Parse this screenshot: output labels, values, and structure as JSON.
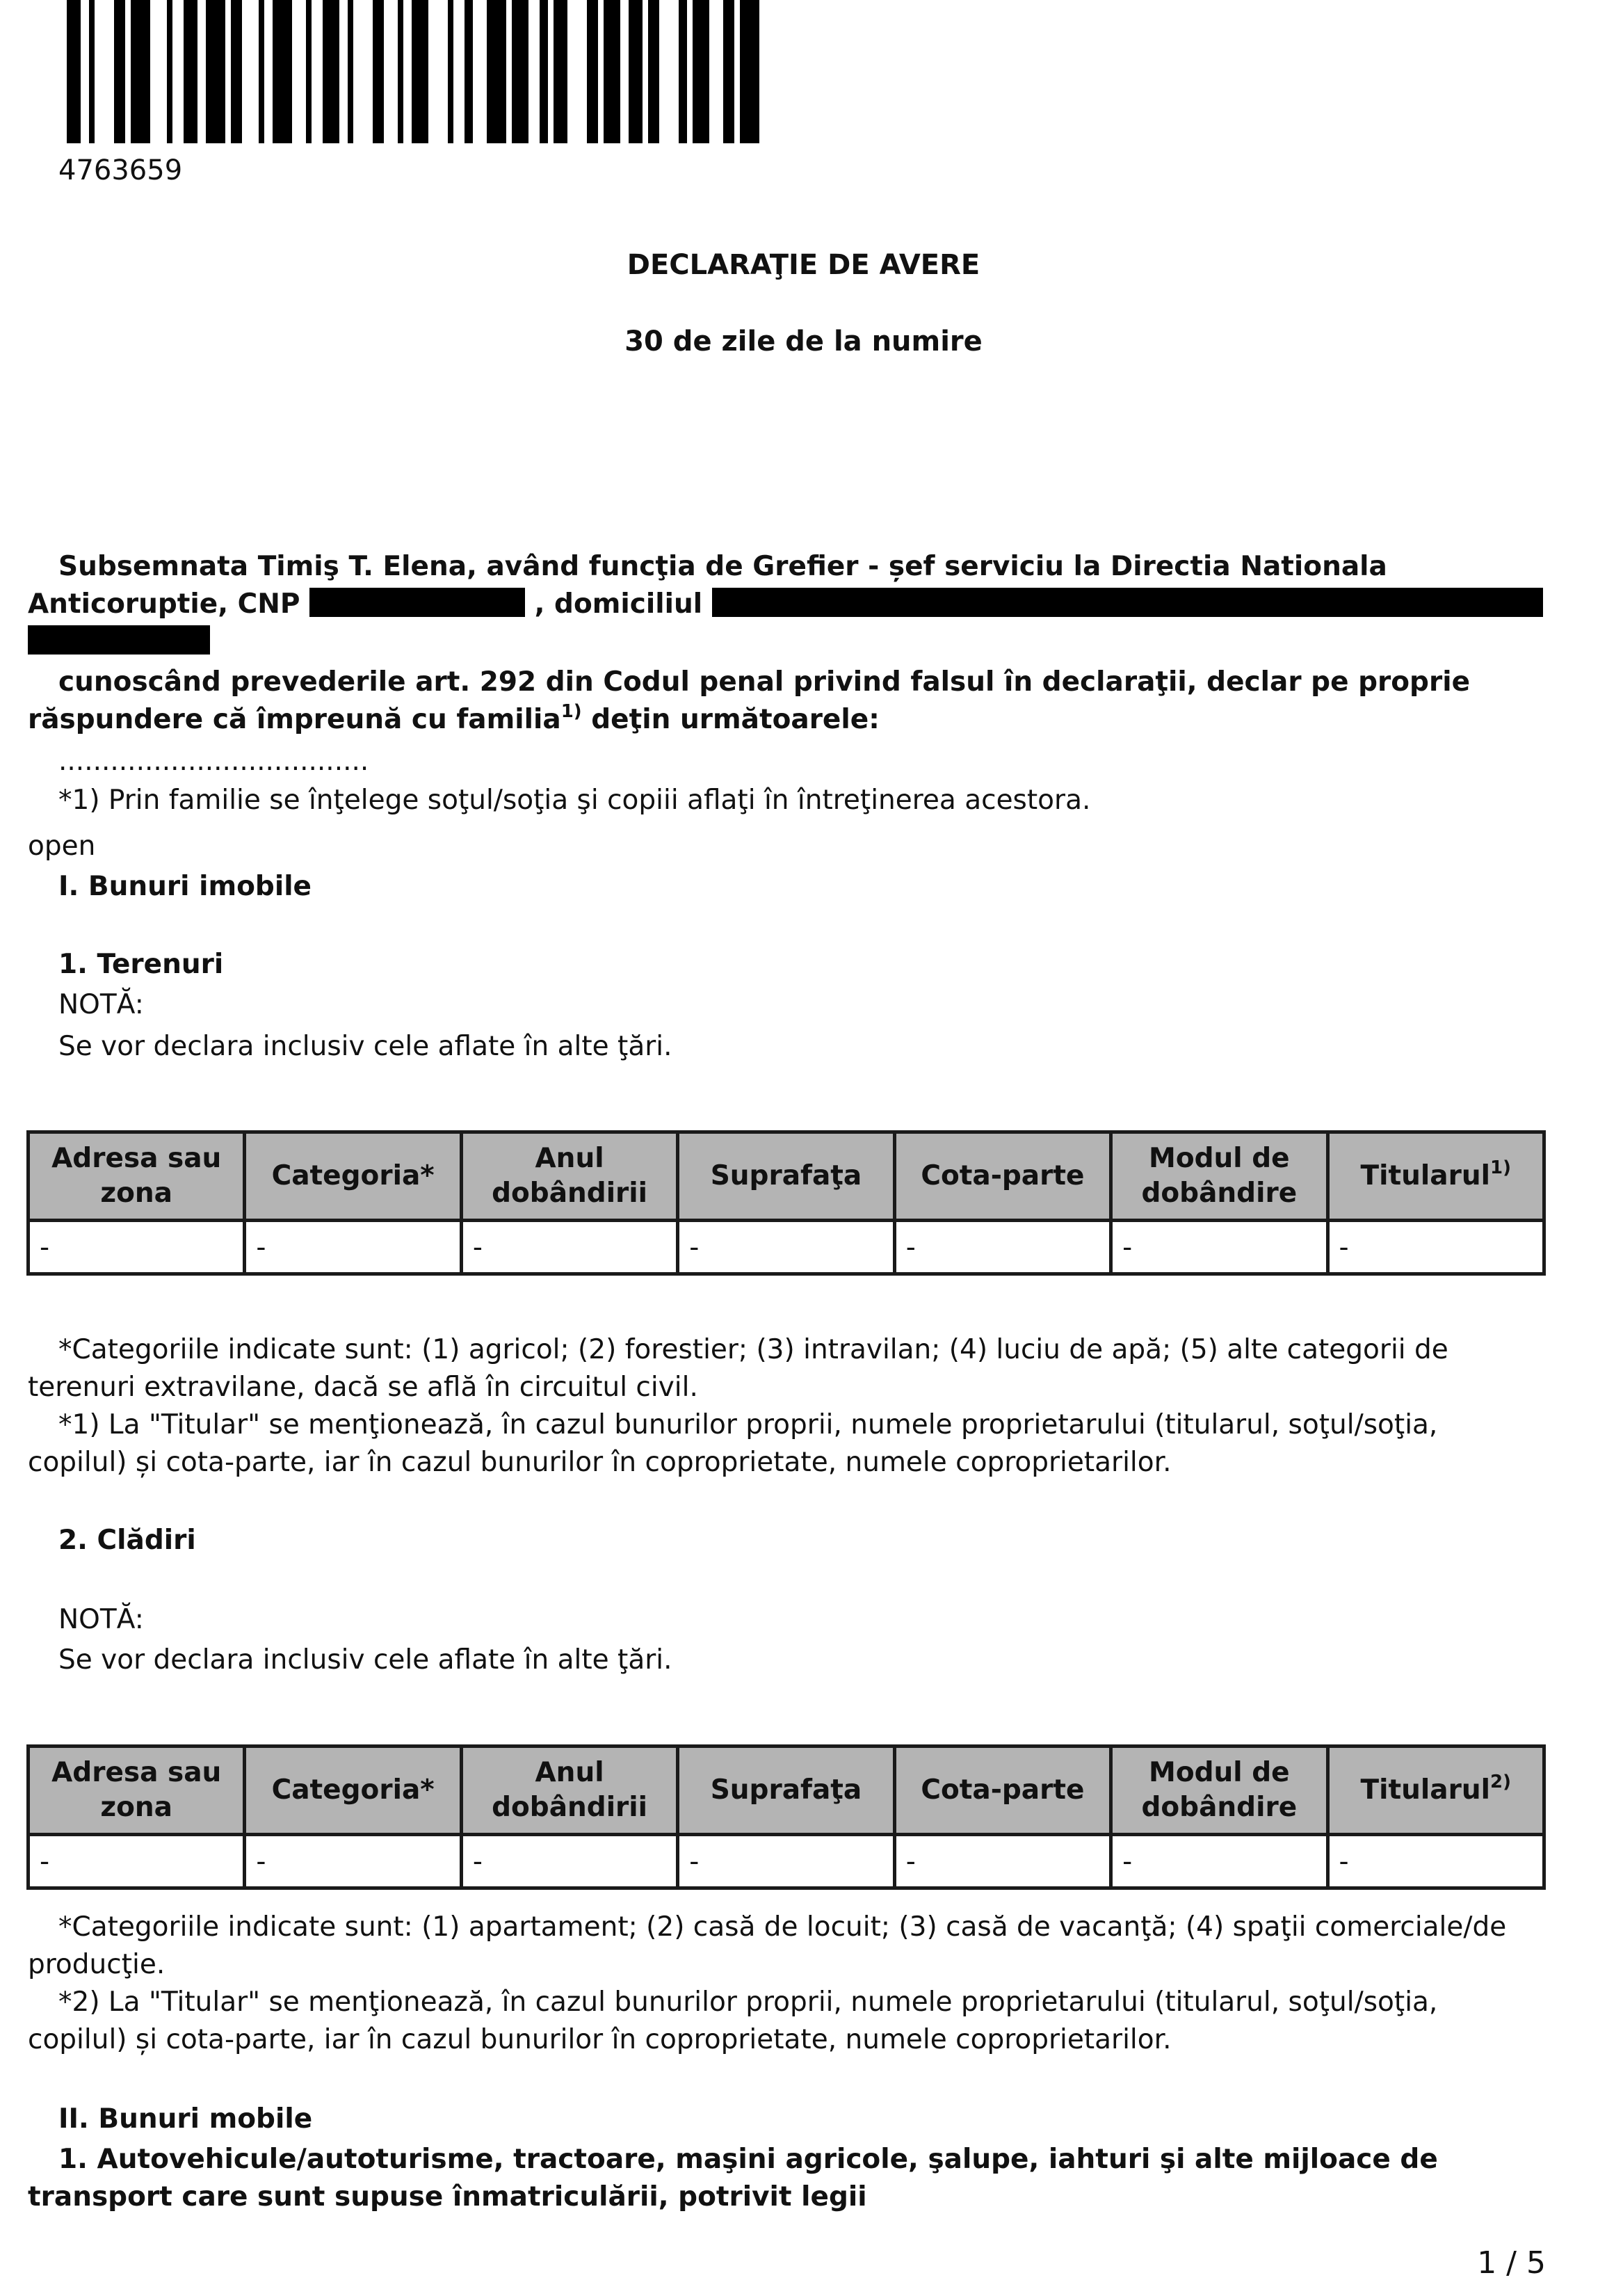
{
  "barcode": {
    "number": "4763659"
  },
  "header": {
    "title": "DECLARAŢIE DE AVERE",
    "subtitle": "30 de zile de la numire"
  },
  "declarant": {
    "line1": "Subsemnata Timiş T. Elena, având funcţia de Grefier - șef serviciu la Directia Nationala",
    "line2_start": "Anticoruptie, CNP",
    "line2_mid": ", domiciliul",
    "line3_a": "cunoscând prevederile art. 292 din Codul penal privind falsul în declaraţii, declar pe proprie",
    "line3_b": "răspundere că împreună cu familia",
    "line3_sup": "1)",
    "line3_c": " deţin următoarele:"
  },
  "dots": "....................................",
  "family_note": "*1) Prin familie se înţelege soţul/soţia şi copiii aflaţi în întreţinerea acestora.",
  "open_label": "open",
  "section1": {
    "title": "I. Bunuri imobile",
    "lands": {
      "title": "1. Terenuri",
      "nota": "NOTĂ:",
      "nota_text": "Se vor declara inclusiv cele aflate în alte ţări.",
      "headers": [
        "Adresa sau zona",
        "Categoria*",
        "Anul dobândirii",
        "Suprafaţa",
        "Cota-parte",
        "Modul de dobândire",
        "Titularul"
      ],
      "title_sup": "1)",
      "rows": [
        [
          "-",
          "-",
          "-",
          "-",
          "-",
          "-",
          "-"
        ]
      ],
      "note1_a": "*Categoriile indicate sunt: (1) agricol; (2) forestier; (3) intravilan; (4) luciu de apă; (5) alte categorii de",
      "note1_b": "terenuri extravilane, dacă se află în circuitul civil.",
      "note2_a": "*1) La \"Titular\" se menţionează, în cazul bunurilor proprii, numele proprietarului (titularul, soţul/soţia,",
      "note2_b": "copilul) și cota-parte, iar în cazul bunurilor în coproprietate, numele coproprietarilor."
    },
    "buildings": {
      "title": "2. Clădiri",
      "nota": "NOTĂ:",
      "nota_text": "Se vor declara inclusiv cele aflate în alte ţări.",
      "headers": [
        "Adresa sau zona",
        "Categoria*",
        "Anul dobândirii",
        "Suprafaţa",
        "Cota-parte",
        "Modul de dobândire",
        "Titularul"
      ],
      "title_sup": "2)",
      "rows": [
        [
          "-",
          "-",
          "-",
          "-",
          "-",
          "-",
          "-"
        ]
      ],
      "note1_a": "*Categoriile indicate sunt: (1) apartament; (2) casă de locuit; (3) casă de vacanţă; (4) spaţii comerciale/de",
      "note1_b": "producţie.",
      "note2_a": "*2) La \"Titular\" se menţionează, în cazul bunurilor proprii, numele proprietarului (titularul, soţul/soţia,",
      "note2_b": "copilul) și cota-parte, iar în cazul bunurilor în coproprietate, numele coproprietarilor."
    }
  },
  "section2": {
    "title": "II. Bunuri mobile",
    "sub1_a": "1. Autovehicule/autoturisme, tractoare, maşini agricole, şalupe, iahturi şi alte mijloace de",
    "sub1_b": "transport care sunt supuse înmatriculării, potrivit legii"
  },
  "page": "1 / 5"
}
